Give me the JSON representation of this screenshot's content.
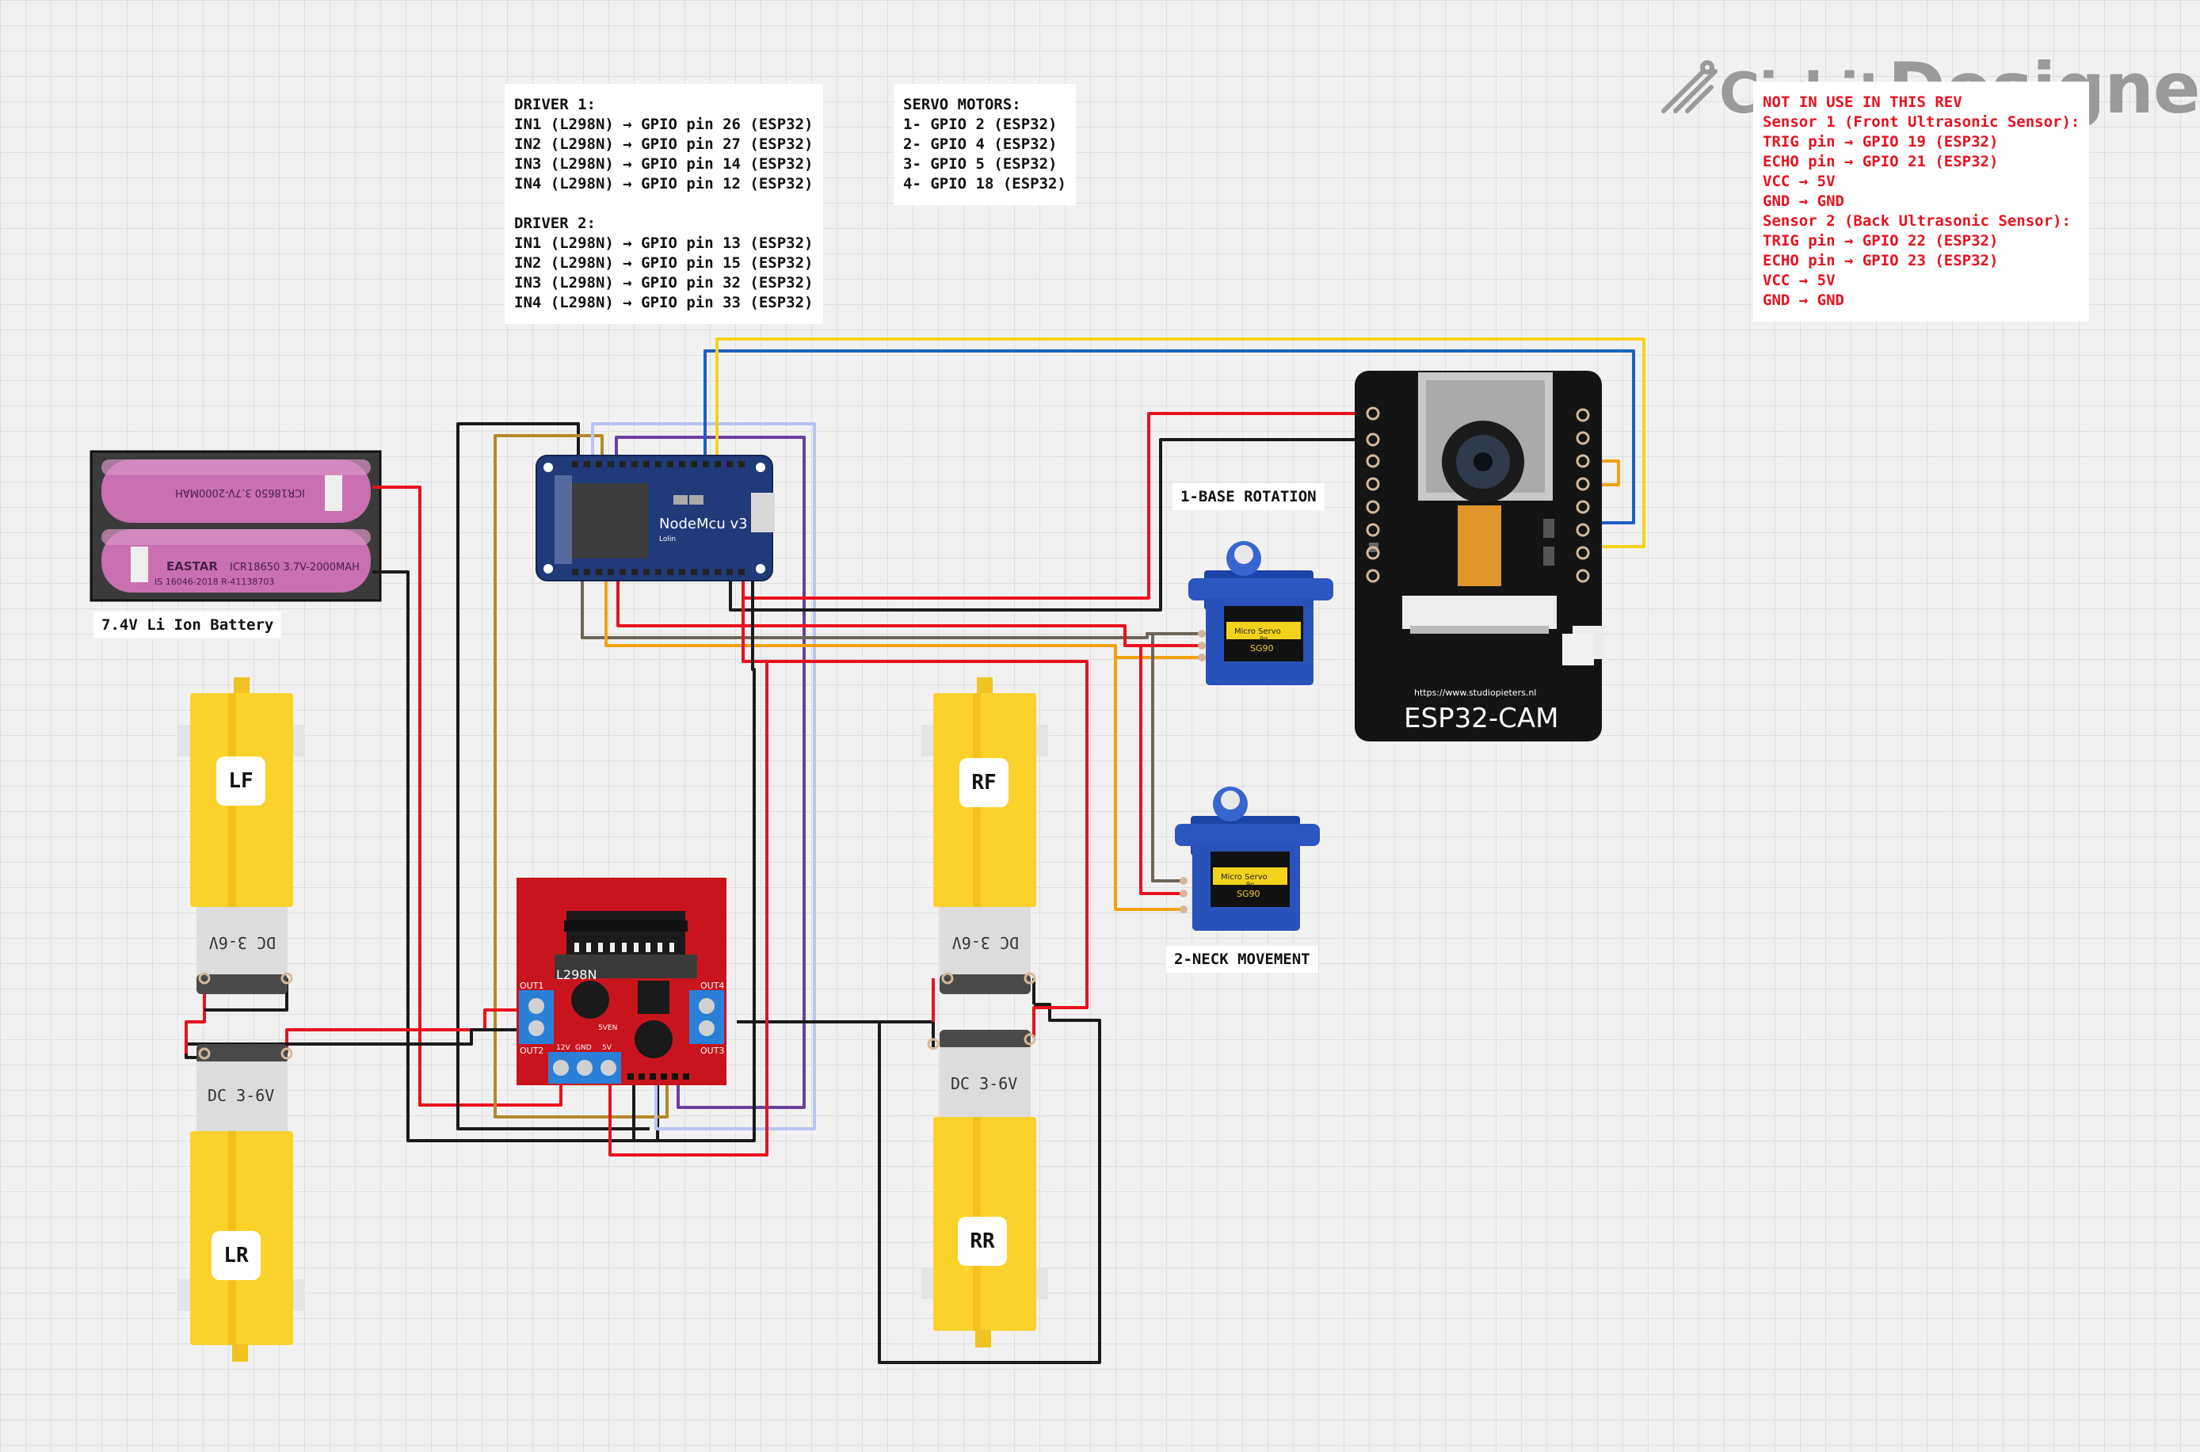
{
  "brand": {
    "part1": "Cirkit",
    "part2": "Designer",
    "icon": "cirkit-logo-icon"
  },
  "notes": {
    "drivers": "DRIVER 1:\nIN1 (L298N) → GPIO pin 26 (ESP32)\nIN2 (L298N) → GPIO pin 27 (ESP32)\nIN3 (L298N) → GPIO pin 14 (ESP32)\nIN4 (L298N) → GPIO pin 12 (ESP32)\n\nDRIVER 2:\nIN1 (L298N) → GPIO pin 13 (ESP32)\nIN2 (L298N) → GPIO pin 15 (ESP32)\nIN3 (L298N) → GPIO pin 32 (ESP32)\nIN4 (L298N) → GPIO pin 33 (ESP32)",
    "servos": "SERVO MOTORS:\n1- GPIO 2 (ESP32)\n2- GPIO 4 (ESP32)\n3- GPIO 5 (ESP32)\n4- GPIO 18 (ESP32)",
    "ultrasonic": "NOT IN USE IN THIS REV\nSensor 1 (Front Ultrasonic Sensor):\nTRIG pin → GPIO 19 (ESP32)\nECHO pin → GPIO 21 (ESP32)\nVCC → 5V\nGND → GND\nSensor 2 (Back Ultrasonic Sensor):\nTRIG pin → GPIO 22 (ESP32)\nECHO pin → GPIO 23 (ESP32)\nVCC → 5V\nGND → GND"
  },
  "labels": {
    "battery": "7.4V Li Ion Battery",
    "servo1": "1-BASE ROTATION",
    "servo2": "2-NECK MOVEMENT"
  },
  "components": {
    "nodemcu": {
      "title": "NodeMcu v3",
      "sub": "Lolin"
    },
    "esp32cam": {
      "title": "ESP32-CAM",
      "url": "https://www.studiopieters.nl"
    },
    "l298n": {
      "title": "L298N",
      "out1": "OUT1",
      "out2": "OUT2",
      "out3": "OUT3",
      "out4": "OUT4",
      "v12": "12V",
      "gnd": "GND",
      "v5": "5V",
      "en": "5VEN"
    },
    "servo_text": {
      "line1": "Micro Servo",
      "line2": "9g",
      "model": "SG90"
    },
    "battery_text": {
      "brand": "EASTAR",
      "spec": "ICR18650 3.7V-2000MAH",
      "std": "IS 16046-2018 R-41138703"
    },
    "motor_text": "DC 3-6V",
    "motors": {
      "lf": "LF",
      "lr": "LR",
      "rf": "RF",
      "rr": "RR"
    }
  },
  "colors": {
    "red_wire": "#e8121f",
    "black_wire": "#1a1a1a",
    "orange_wire": "#f2a20f",
    "brown_wire": "#b58a2b",
    "blue_wire": "#1f5fc4",
    "purple_wire": "#6b3fa0",
    "lightblue_wire": "#b8c4f2",
    "yellow_wire": "#f5d21a",
    "gray_wire": "#6e6557",
    "motor_yellow": "#fbd12b",
    "board_red": "#c8141c",
    "nodemcu_blue": "#203a7a"
  }
}
